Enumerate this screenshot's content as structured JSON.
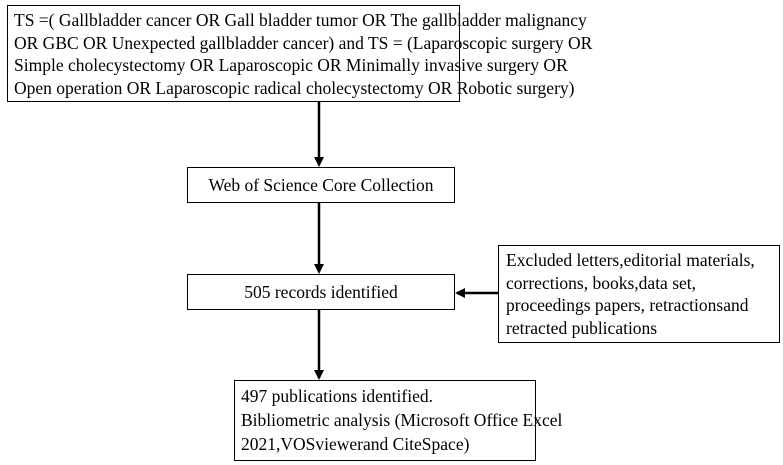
{
  "boxes": {
    "query": {
      "lines": [
        "TS =( Gallbladder cancer OR Gall bladder tumor OR The gallbladder malignancy",
        "OR GBC OR Unexpected gallbladder cancer) and TS = (Laparoscopic surgery OR",
        "Simple cholecystectomy OR Laparoscopic OR Minimally invasive surgery OR",
        "Open operation OR Laparoscopic radical cholecystectomy OR Robotic surgery)"
      ]
    },
    "database": {
      "label": "Web of Science Core Collection"
    },
    "records": {
      "label": "505 records identified"
    },
    "excluded": {
      "lines": [
        "Excluded letters,editorial materials,",
        "corrections, books,data set,",
        "proceedings papers, retractionsand",
        "retracted publications"
      ]
    },
    "final": {
      "lines": [
        "497 publications identified.",
        "Bibliometric analysis (Microsoft Office Excel",
        "2021,VOSviewerand CiteSpace)"
      ]
    }
  },
  "colors": {
    "stroke": "#000000",
    "background": "#ffffff"
  }
}
